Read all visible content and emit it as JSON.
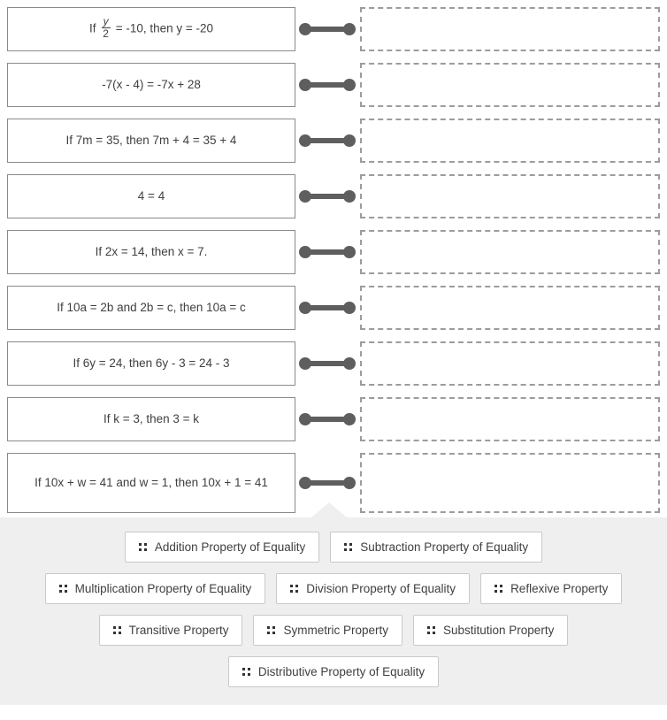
{
  "activity": {
    "type": "drag-and-drop-matching",
    "prompt_count": 9,
    "answer_count": 10
  },
  "match_rows": [
    {
      "id": "row-1",
      "prompt_parts": {
        "before": "If ",
        "frac_num": "y",
        "frac_den": "2",
        "after": " = -10, then y = -20"
      },
      "prompt_text": "If y/2 = -10, then y = -20",
      "dropped_answer": ""
    },
    {
      "id": "row-2",
      "prompt_text": "-7(x - 4) = -7x + 28",
      "dropped_answer": ""
    },
    {
      "id": "row-3",
      "prompt_text": "If 7m = 35, then 7m + 4 = 35 + 4",
      "dropped_answer": ""
    },
    {
      "id": "row-4",
      "prompt_text": "4 = 4",
      "dropped_answer": ""
    },
    {
      "id": "row-5",
      "prompt_text": "If 2x = 14, then x = 7.",
      "dropped_answer": ""
    },
    {
      "id": "row-6",
      "prompt_text": "If 10a = 2b and 2b = c, then 10a = c",
      "dropped_answer": ""
    },
    {
      "id": "row-7",
      "prompt_text": "If 6y = 24, then 6y - 3 = 24 - 3",
      "dropped_answer": ""
    },
    {
      "id": "row-8",
      "prompt_text": "If k = 3, then 3 = k",
      "dropped_answer": ""
    },
    {
      "id": "row-9",
      "prompt_text": "If 10x + w = 41 and w = 1, then 10x + 1 = 41",
      "dropped_answer": ""
    }
  ],
  "answer_bank": {
    "rows": [
      {
        "chips": [
          {
            "label": "Addition Property of Equality",
            "icon": "drag-handle-icon"
          },
          {
            "label": "Subtraction Property of Equality",
            "icon": "drag-handle-icon"
          }
        ]
      },
      {
        "chips": [
          {
            "label": "Multiplication Property of Equality",
            "icon": "drag-handle-icon"
          },
          {
            "label": "Division Property of Equality",
            "icon": "drag-handle-icon"
          },
          {
            "label": "Reflexive Property",
            "icon": "drag-handle-icon"
          }
        ]
      },
      {
        "chips": [
          {
            "label": "Transitive Property",
            "icon": "drag-handle-icon"
          },
          {
            "label": "Symmetric Property",
            "icon": "drag-handle-icon"
          },
          {
            "label": "Substitution Property",
            "icon": "drag-handle-icon"
          }
        ]
      },
      {
        "chips": [
          {
            "label": "Distributive Property of Equality",
            "icon": "drag-handle-icon"
          }
        ]
      }
    ]
  },
  "colors": {
    "page_background": "#ffffff",
    "bank_background": "#efefef",
    "prompt_border": "#8a8a8a",
    "drop_zone_border": "#9c9c9c",
    "connector": "#5e5e5e",
    "text": "#3f3f3f",
    "chip_border": "#c9c9c9"
  }
}
